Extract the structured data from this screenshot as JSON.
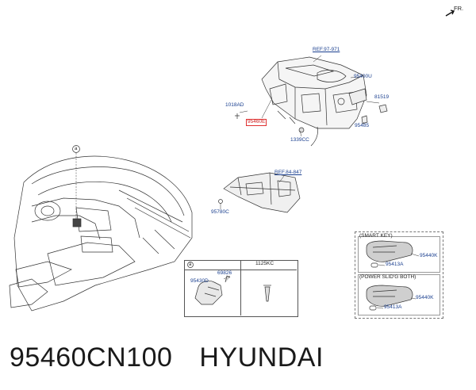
{
  "orientation": {
    "label": "FR."
  },
  "labels": {
    "ref_heater": "REF.97-971",
    "ref_crash_pad": "REF.84-847",
    "p95400u": "95400U",
    "p81519": "81519",
    "p95485": "95485",
    "p1018ad": "1018AD",
    "p95460e": "95460E",
    "p1339cc": "1339CC",
    "p95780c": "95780C",
    "callout_a": "a",
    "inset_a": "a",
    "p69826": "69826",
    "p95430d": "95430D",
    "p1125kc": "1125KC",
    "smart_key": "(SMART KEY)",
    "p95440k_1": "95440K",
    "p95413a_1": "95413A",
    "power_slide": "(POWER SLID'G BOTH)",
    "p95440k_2": "95440K",
    "p95413a_2": "95413A"
  },
  "caption": {
    "part_number": "95460CN100",
    "brand": "HYUNDAI"
  },
  "colors": {
    "label_blue": "#1a3f8f",
    "highlight_red": "#e03030",
    "line": "#333333"
  }
}
